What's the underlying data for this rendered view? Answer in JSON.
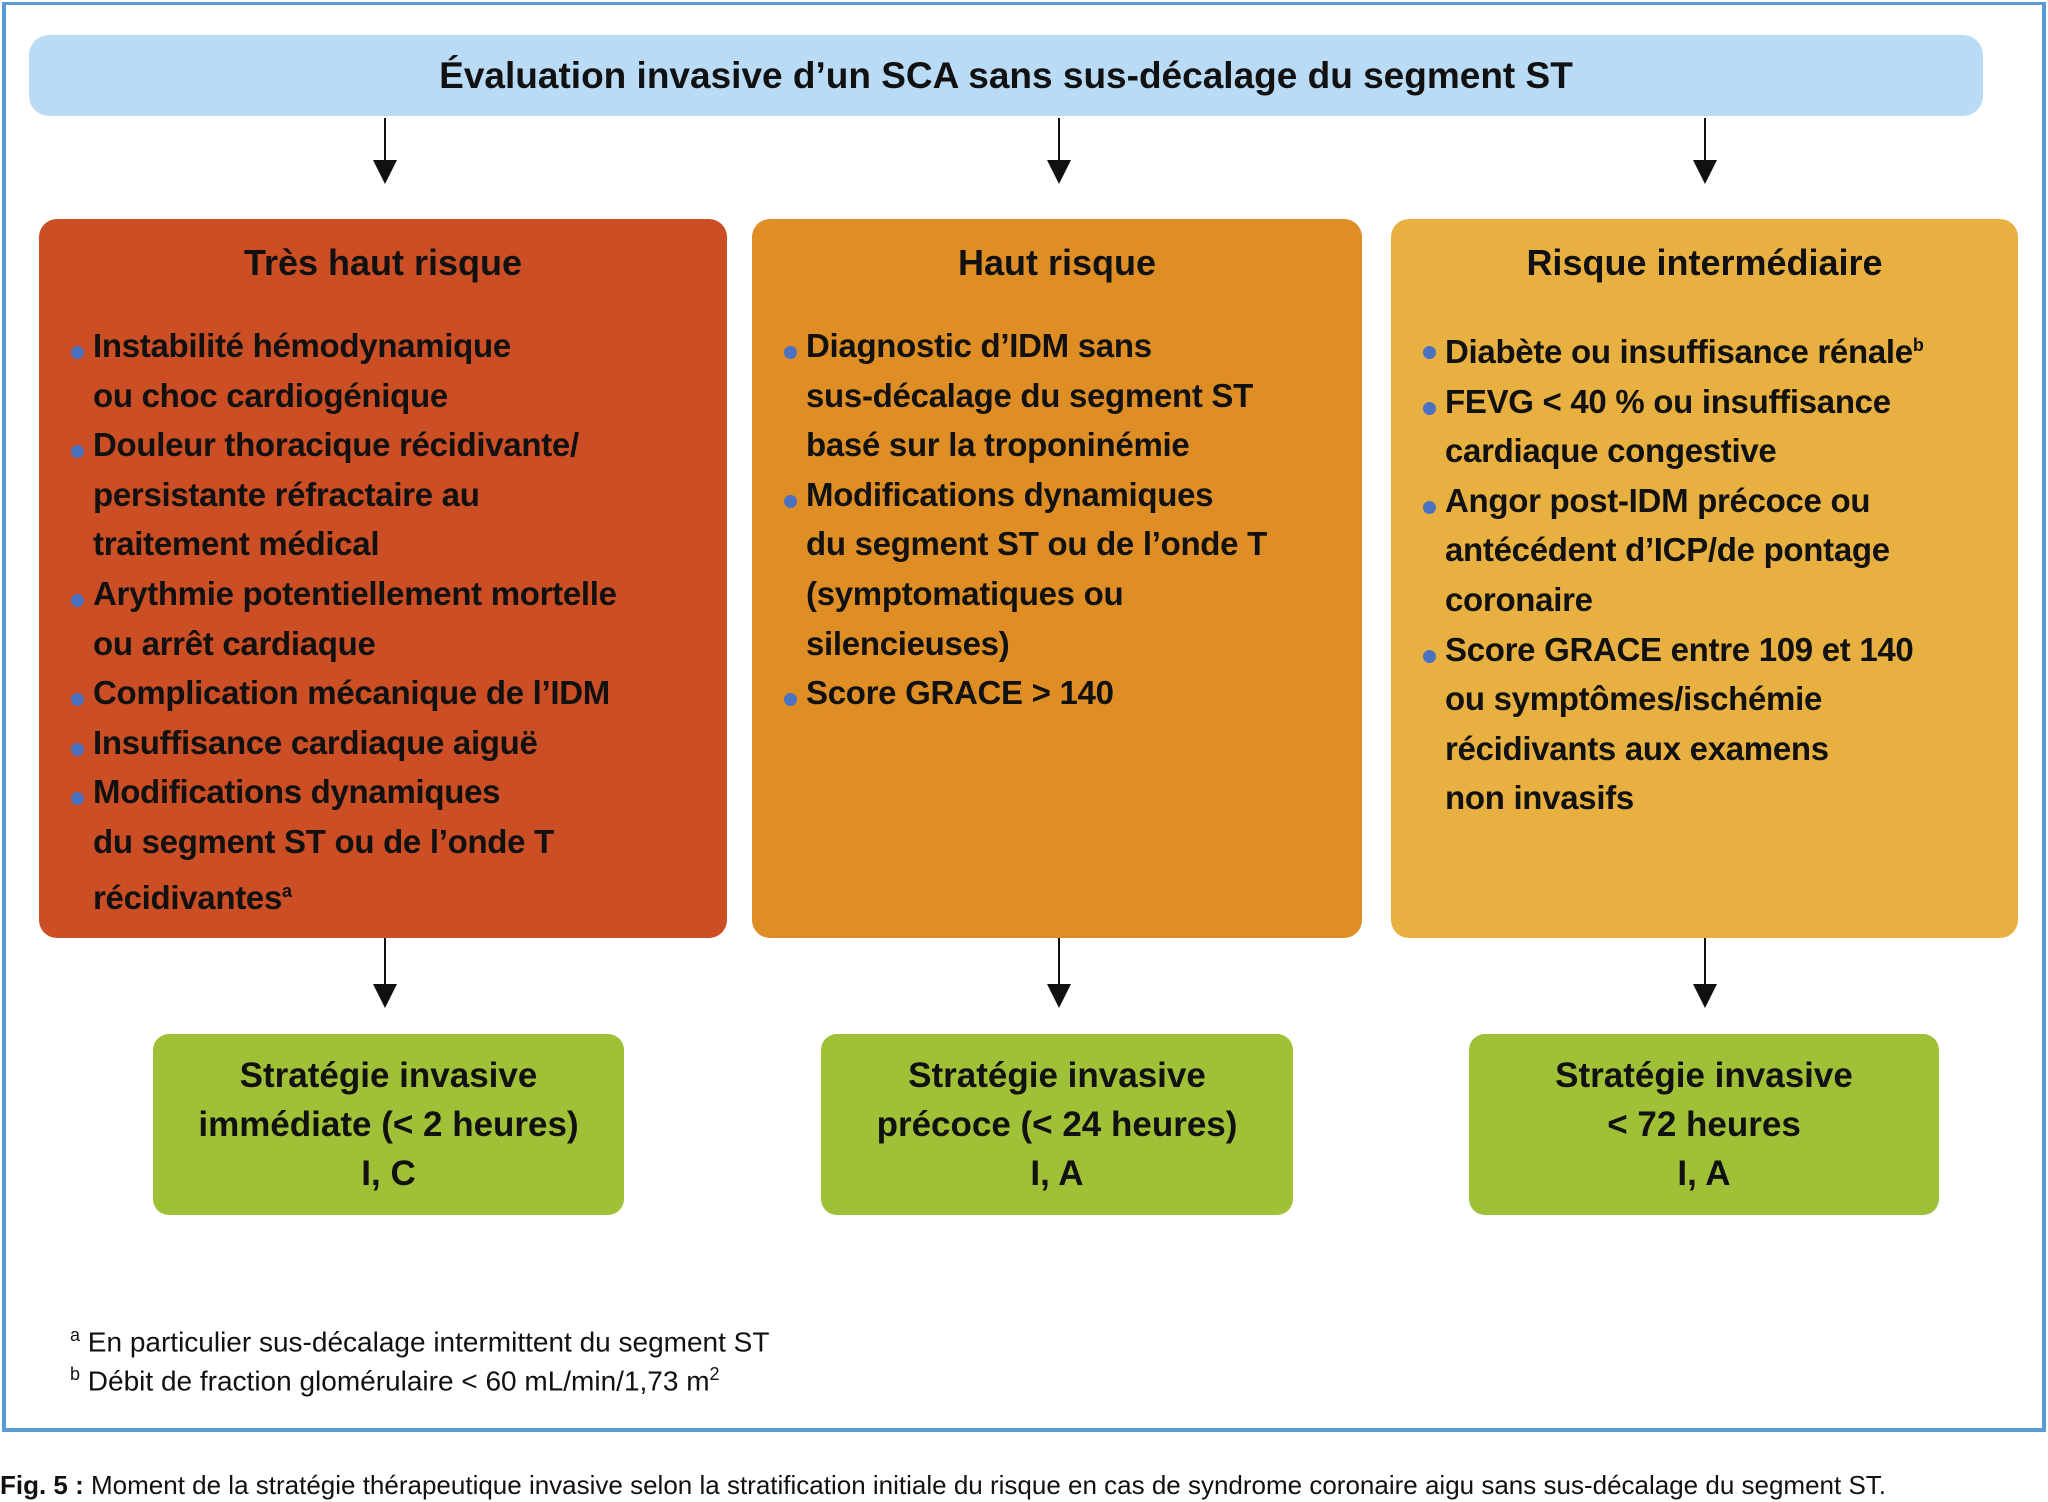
{
  "title": "Évaluation invasive d’un SCA sans sus-décalage du segment ST",
  "columns": [
    {
      "heading": "Très haut risque",
      "color": "#cb4e24",
      "items": [
        "Instabilité hémodynamique\n ou choc cardiogénique",
        "Douleur thoracique récidivante/\n persistante réfractaire au\n traitement médical",
        "Arythmie potentiellement mortelle\n ou arrêt cardiaque",
        "Complication mécanique de l’IDM",
        "Insuffisance cardiaque aiguë",
        "Modifications dynamiques\n du segment ST ou de l’onde T\n récidivantes"
      ],
      "item_sup": {
        "5": "a"
      },
      "strategy": [
        "Stratégie invasive",
        "immédiate (< 2 heures)",
        "I, C"
      ]
    },
    {
      "heading": "Haut risque",
      "color": "#df8e26",
      "items": [
        "Diagnostic d’IDM sans\n sus-décalage du segment ST\n basé sur la troponinémie",
        "Modifications dynamiques\n du segment ST ou de l’onde T\n (symptomatiques ou\n silencieuses)",
        "Score GRACE > 140"
      ],
      "item_sup": {},
      "strategy": [
        "Stratégie invasive",
        "précoce (< 24 heures)",
        "I, A"
      ]
    },
    {
      "heading": "Risque intermédiaire",
      "color": "#e8b040",
      "items": [
        "Diabète ou insuffisance rénale",
        "FEVG < 40 % ou insuffisance\n cardiaque congestive",
        "Angor post-IDM précoce ou\nantécédent d’ICP/de pontage\n coronaire",
        "Score GRACE entre 109 et 140\n ou symptômes/ischémie\n récidivants aux examens\n non invasifs"
      ],
      "item_sup": {
        "0": "b"
      },
      "strategy": [
        "Stratégie invasive",
        "< 72 heures",
        "I, A"
      ]
    }
  ],
  "footnotes": [
    {
      "mark": "a",
      "text": "En particulier sus-décalage intermittent du segment ST"
    },
    {
      "mark": "b",
      "text": "Débit de fraction glomérulaire < 60 mL/min/1,73 m",
      "sup": "2"
    }
  ],
  "caption": {
    "label": "Fig. 5 :",
    "text": " Moment de la stratégie thérapeutique invasive selon la stratification initiale du risque en cas de syndrome coronaire aigu sans sus-décalage du segment ST."
  },
  "colors": {
    "title_bg": "#b9dbf5",
    "green": "#a0c038",
    "bullet": "#4a72c0",
    "frame": "#5b9bd5"
  }
}
